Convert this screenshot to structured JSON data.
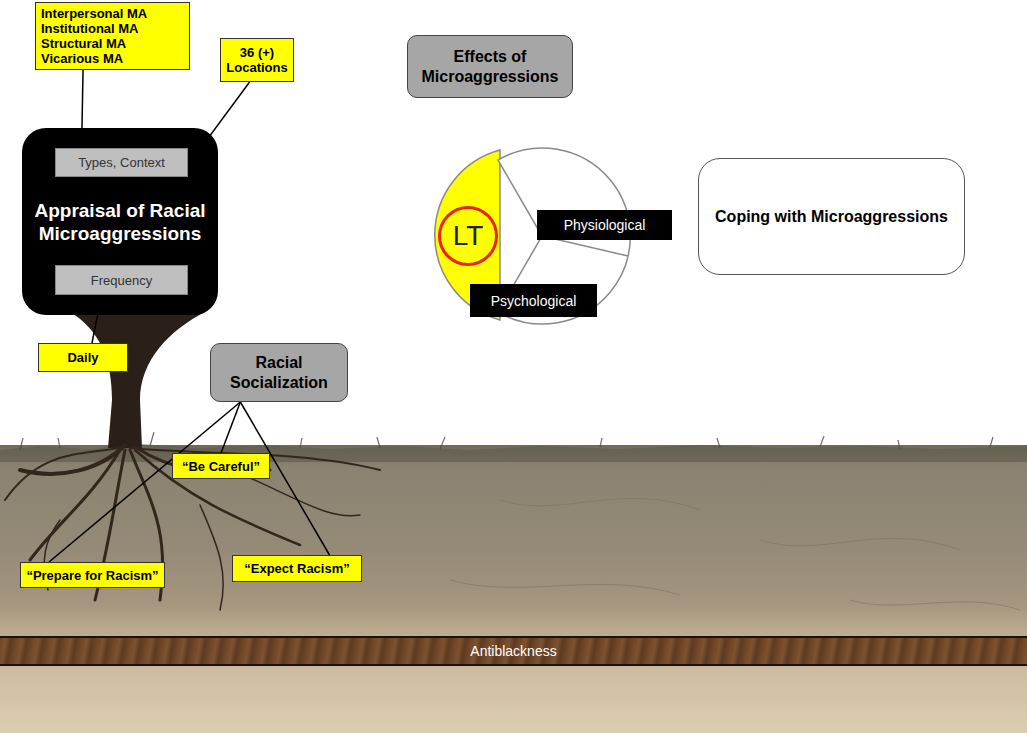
{
  "diagram": {
    "nodes": [
      {
        "text": [
          "Interpersonal MA",
          "Institutional MA",
          "Structural MA",
          "Vicarious MA"
        ]
      },
      {
        "text": [
          "36 (+) Locations"
        ]
      },
      {
        "text": [
          "Appraisal of Racial Microaggressions"
        ]
      },
      {
        "text": [
          "Types, Context"
        ],
        "in": 2
      },
      {
        "text": [
          "Frequency"
        ],
        "in": 2
      },
      {
        "text": [
          "Daily"
        ]
      },
      {
        "text": [
          "Racial Socialization"
        ]
      },
      {
        "text": [
          "“Be Careful”"
        ]
      },
      {
        "text": [
          "“Prepare for Racism”"
        ]
      },
      {
        "text": [
          "“Expect Racism”"
        ]
      },
      {
        "text": [
          "Effects of Microaggressions"
        ]
      },
      {
        "text": [
          "LT"
        ]
      },
      {
        "text": [
          "Physiological"
        ]
      },
      {
        "text": [
          "Psychological"
        ]
      },
      {
        "text": [
          "Coping with Microaggressions"
        ]
      },
      {
        "text": [
          "Antiblackness"
        ]
      }
    ],
    "edges": [
      {
        "from": 0,
        "to": 3,
        "arrow": "none"
      },
      {
        "from": 1,
        "to": 3,
        "arrow": "none"
      },
      {
        "from": 4,
        "to": 5,
        "arrow": "none"
      },
      {
        "from": 6,
        "to": 7,
        "arrow": "none"
      },
      {
        "from": 6,
        "to": 8,
        "arrow": "none"
      },
      {
        "from": 6,
        "to": 9,
        "arrow": "none"
      }
    ]
  }
}
